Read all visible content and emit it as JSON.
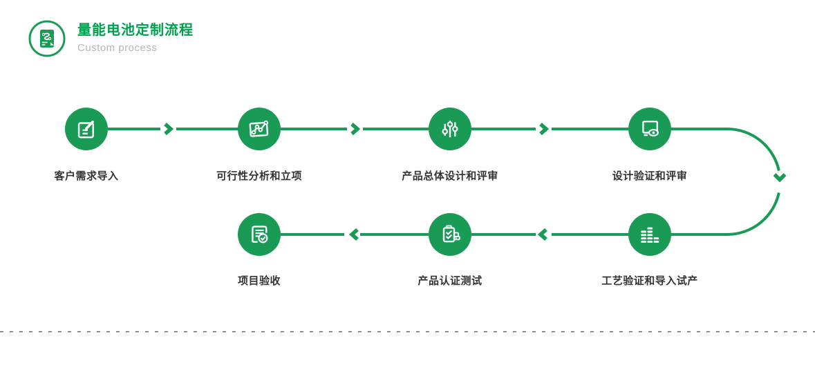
{
  "header": {
    "title": "量能电池定制流程",
    "subtitle": "Custom process",
    "logo_icon": "flow-document-icon"
  },
  "flow": {
    "direction": "row1 left-to-right, curve down on right, row2 right-to-left",
    "steps": [
      {
        "label": "客户需求导入",
        "icon": "edit-note-icon"
      },
      {
        "label": "可行性分析和立项",
        "icon": "line-chart-icon"
      },
      {
        "label": "产品总体设计和评审",
        "icon": "sliders-icon"
      },
      {
        "label": "设计验证和评审",
        "icon": "monitor-eye-icon"
      },
      {
        "label": "工艺验证和导入试产",
        "icon": "equalizer-bars-icon"
      },
      {
        "label": "产品认证测试",
        "icon": "battery-check-truck-icon"
      },
      {
        "label": "项目验收",
        "icon": "document-check-icon"
      }
    ]
  },
  "colors": {
    "flow_green": "#1a9b55",
    "title_green": "#00a04f",
    "label_text": "#333333",
    "subtitle_text": "#b5b5b5",
    "dashed_rule": "#8f8f8f",
    "icon_stroke": "#ffffff"
  }
}
